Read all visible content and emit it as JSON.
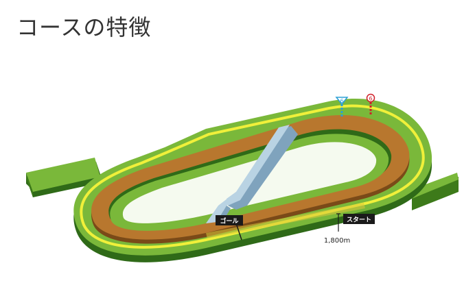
{
  "page": {
    "title": "コースの特徴"
  },
  "diagram": {
    "goal_label": "ゴール",
    "start_label": "スタート",
    "distance_label": "1,800m",
    "furlong_markers": [
      {
        "text": "6",
        "color": "#2a9fd6"
      },
      {
        "text": "6",
        "color": "#d0202a"
      }
    ]
  },
  "colors": {
    "turf_green": "#7ab83a",
    "turf_dark": "#3d7a1a",
    "inner_rail_yellow": "#f0f03a",
    "dirt": "#b8772e",
    "dirt_dark": "#7a4a18",
    "pond_blue": "#b9d3e3",
    "label_bg": "#1a1a1a"
  }
}
